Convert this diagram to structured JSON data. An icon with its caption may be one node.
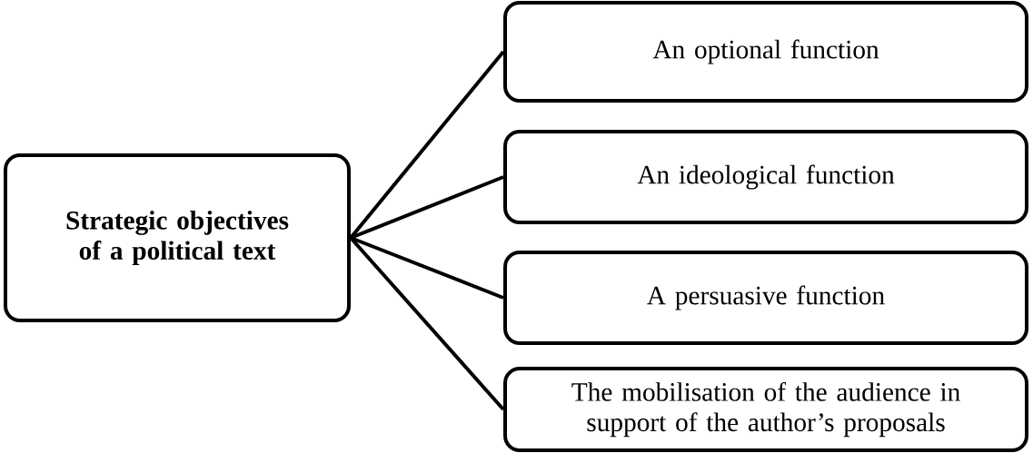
{
  "diagram": {
    "nodes": [
      {
        "text": [
          "**Strategic objectives of a political text**"
        ]
      },
      {
        "text": [
          "An optional function"
        ]
      },
      {
        "text": [
          "An ideological function"
        ]
      },
      {
        "text": [
          "A persuasive function"
        ]
      },
      {
        "text": [
          "The mobilisation of the audience in support of the author’s proposals"
        ]
      }
    ],
    "edges": [
      {
        "from": 0,
        "to": 1,
        "arrow": "none"
      },
      {
        "from": 0,
        "to": 2,
        "arrow": "none"
      },
      {
        "from": 0,
        "to": 3,
        "arrow": "none"
      },
      {
        "from": 0,
        "to": 4,
        "arrow": "none"
      }
    ]
  }
}
